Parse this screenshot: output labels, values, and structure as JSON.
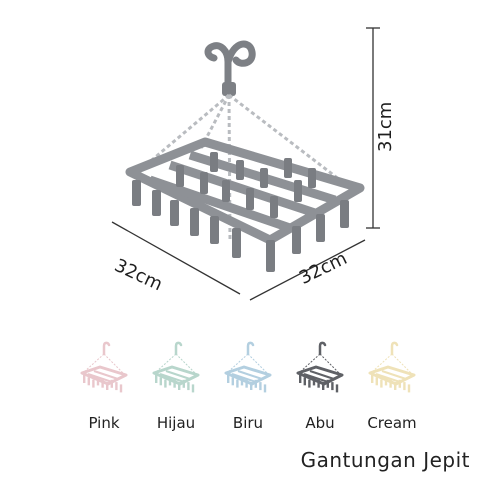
{
  "dimensions": {
    "width_label": "32cm",
    "depth_label": "32cm",
    "height_label": "31cm"
  },
  "variants": [
    {
      "label": "Pink",
      "color": "#e9c7cc"
    },
    {
      "label": "Hijau",
      "color": "#b8d6cc"
    },
    {
      "label": "Biru",
      "color": "#b3cfe0"
    },
    {
      "label": "Abu",
      "color": "#5f6166"
    },
    {
      "label": "Cream",
      "color": "#efe2b8"
    }
  ],
  "product": {
    "title": "Gantungan Jepit",
    "main_color": "#8e9196"
  }
}
